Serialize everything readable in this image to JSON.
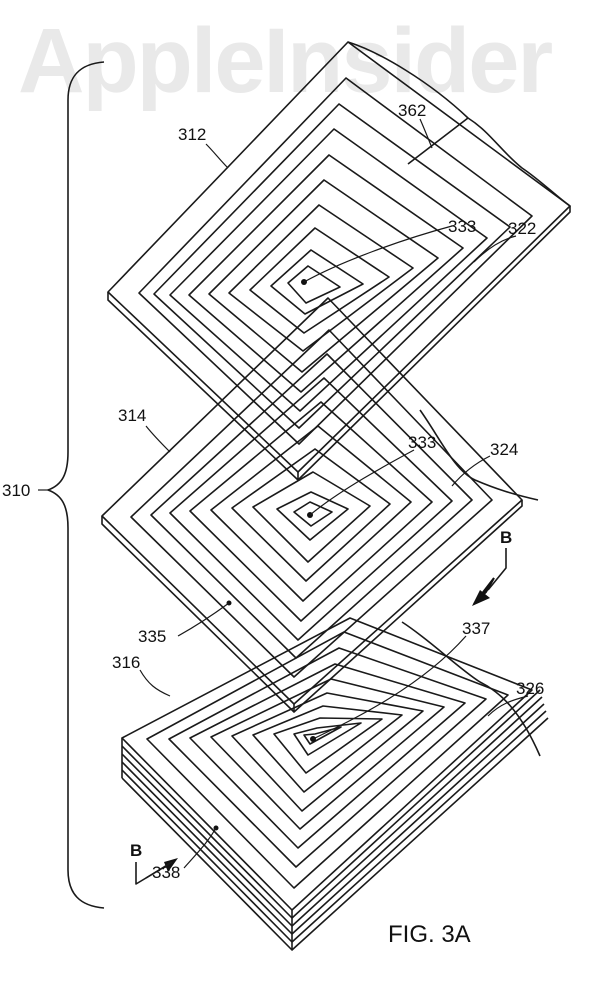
{
  "watermark": "AppleInsider",
  "figure_label": "FIG. 3A",
  "labels": {
    "l310": "310",
    "l312": "312",
    "l314": "314",
    "l316": "316",
    "l322": "322",
    "l324": "324",
    "l326": "326",
    "l333a": "333",
    "l333b": "333",
    "l335": "335",
    "l337": "337",
    "l338": "338",
    "l362": "362",
    "bTop": "B",
    "bBottom": "B"
  },
  "colors": {
    "ink": "#1a1a1a",
    "watermark": "#e9e9e9",
    "background": "#ffffff"
  }
}
